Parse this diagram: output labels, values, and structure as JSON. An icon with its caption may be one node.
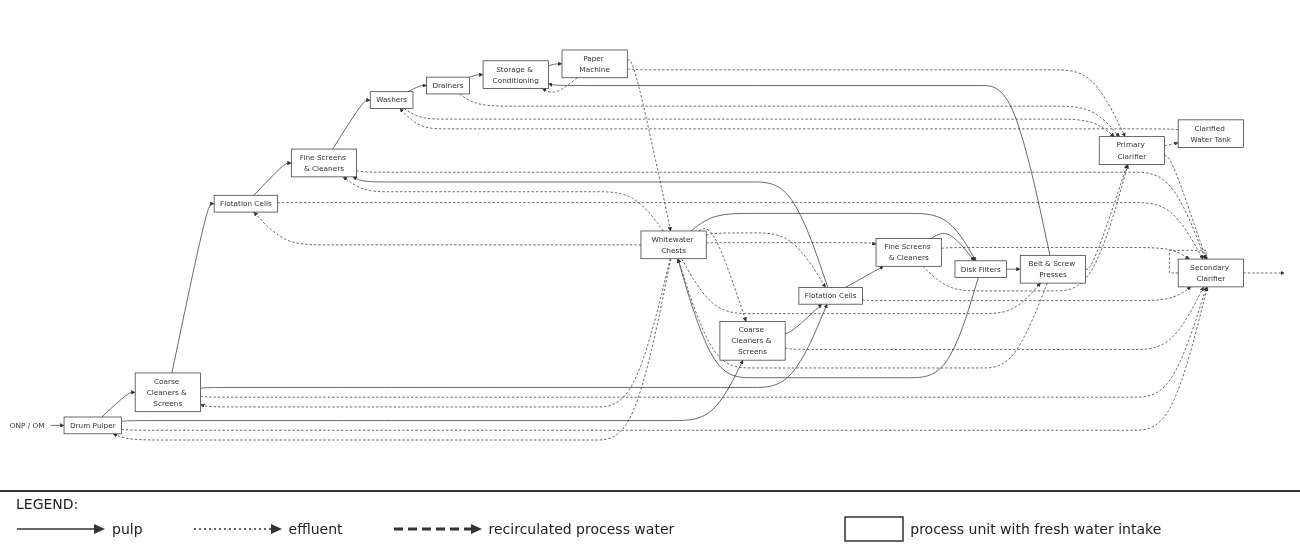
{
  "diagram": {
    "nodes": [
      {
        "text": [
          "ONP / OM"
        ]
      },
      {
        "text": [
          "Drum Pulper"
        ]
      },
      {
        "text": [
          "Coarse Cleaners & Screens"
        ]
      },
      {
        "text": [
          "Coarse Cleaners & Screens"
        ]
      },
      {
        "text": [
          "Flotation Cells"
        ]
      },
      {
        "text": [
          "Flotation Cells"
        ]
      },
      {
        "text": [
          "Fine Screens & Cleaners"
        ]
      },
      {
        "text": [
          "Fine Screens & Cleaners"
        ]
      },
      {
        "text": [
          "Washers"
        ]
      },
      {
        "text": [
          "Drainers"
        ]
      },
      {
        "text": [
          "Whitewater Chests"
        ]
      },
      {
        "text": [
          "Disk Filters"
        ]
      },
      {
        "text": [
          "Belt & Screw Presses"
        ]
      },
      {
        "text": [
          "Secondary Clarifier"
        ]
      },
      {
        "text": [
          "Primary Clarifier"
        ]
      },
      {
        "text": [
          "Clarified Water Tank"
        ]
      },
      {
        "text": [
          "Paper Machine"
        ]
      },
      {
        "text": [
          "Storage & Conditioning"
        ]
      }
    ],
    "edges": [
      {
        "from": 0,
        "to": 1,
        "arrow": "to"
      },
      {
        "from": 1,
        "to": 2,
        "arrow": "to"
      },
      {
        "from": 1,
        "to": 3,
        "arrow": "to"
      },
      {
        "from": 2,
        "to": 4,
        "arrow": "to"
      },
      {
        "from": 2,
        "to": 5,
        "arrow": "to"
      },
      {
        "from": 3,
        "to": 5,
        "arrow": "to"
      },
      {
        "from": 4,
        "to": 6,
        "arrow": "to"
      },
      {
        "from": 5,
        "to": 6,
        "arrow": "to"
      },
      {
        "from": 5,
        "to": 7,
        "arrow": "to"
      },
      {
        "from": 6,
        "to": 8,
        "arrow": "to"
      },
      {
        "from": 7,
        "to": 11,
        "arrow": "to"
      },
      {
        "from": 8,
        "to": 9,
        "arrow": "to"
      },
      {
        "from": 9,
        "to": 17,
        "arrow": "to"
      },
      {
        "from": 11,
        "to": 12,
        "arrow": "to"
      },
      {
        "from": 12,
        "to": 17,
        "arrow": "to"
      },
      {
        "from": 17,
        "to": 16,
        "arrow": "to"
      },
      {
        "from": 10,
        "to": 11,
        "arrow": "to"
      },
      {
        "from": 11,
        "to": 10,
        "arrow": "to"
      },
      {
        "from": 10,
        "to": 1,
        "arrow": "to",
        "style": "dashed"
      },
      {
        "from": 10,
        "to": 2,
        "arrow": "to",
        "style": "dashed"
      },
      {
        "from": 10,
        "to": 3,
        "arrow": "to",
        "style": "dashed"
      },
      {
        "from": 10,
        "to": 4,
        "arrow": "to",
        "style": "dashed"
      },
      {
        "from": 10,
        "to": 5,
        "arrow": "to",
        "style": "dashed"
      },
      {
        "from": 10,
        "to": 6,
        "arrow": "to",
        "style": "dashed"
      },
      {
        "from": 10,
        "to": 7,
        "arrow": "to",
        "style": "dashed"
      },
      {
        "from": 15,
        "to": 8,
        "arrow": "to",
        "style": "dashed"
      },
      {
        "from": 16,
        "to": 10,
        "arrow": "to",
        "style": "dashed"
      },
      {
        "from": 16,
        "to": 17,
        "arrow": "to",
        "style": "dashed"
      },
      {
        "from": 10,
        "to": 12,
        "arrow": "to",
        "style": "dashed"
      },
      {
        "from": 12,
        "to": 10,
        "arrow": "to",
        "style": "dashed"
      },
      {
        "from": 13,
        "to": 13,
        "arrow": "to",
        "style": "dashed"
      },
      {
        "from": 14,
        "to": 15,
        "arrow": "to",
        "style": "dashed"
      },
      {
        "from": 14,
        "to": 13,
        "arrow": "to",
        "style": "dashed"
      },
      {
        "from": 13,
        "to": null,
        "arrow": "to",
        "style": "dashed"
      },
      {
        "from": 1,
        "to": 13,
        "arrow": "to",
        "style": "dashed"
      },
      {
        "from": 2,
        "to": 13,
        "arrow": "to",
        "style": "dashed"
      },
      {
        "from": 3,
        "to": 13,
        "arrow": "to",
        "style": "dashed"
      },
      {
        "from": 4,
        "to": 13,
        "arrow": "to",
        "style": "dashed"
      },
      {
        "from": 5,
        "to": 13,
        "arrow": "to",
        "style": "dashed"
      },
      {
        "from": 6,
        "to": 13,
        "arrow": "to",
        "style": "dashed"
      },
      {
        "from": 7,
        "to": 13,
        "arrow": "to",
        "style": "dashed"
      },
      {
        "from": 7,
        "to": 14,
        "arrow": "to",
        "style": "dashed"
      },
      {
        "from": 8,
        "to": 14,
        "arrow": "to",
        "style": "dashed"
      },
      {
        "from": 9,
        "to": 14,
        "arrow": "to",
        "style": "dashed"
      },
      {
        "from": 12,
        "to": 14,
        "arrow": "to",
        "style": "dashed"
      },
      {
        "from": 16,
        "to": 14,
        "arrow": "to",
        "style": "dashed"
      }
    ],
    "labels": [
      "LEGEND:"
    ],
    "legend": [
      {
        "text": "pulp"
      },
      {
        "text": "effluent"
      },
      {
        "text": "recirculated process water"
      },
      {
        "text": "process unit with fresh water intake"
      }
    ]
  }
}
